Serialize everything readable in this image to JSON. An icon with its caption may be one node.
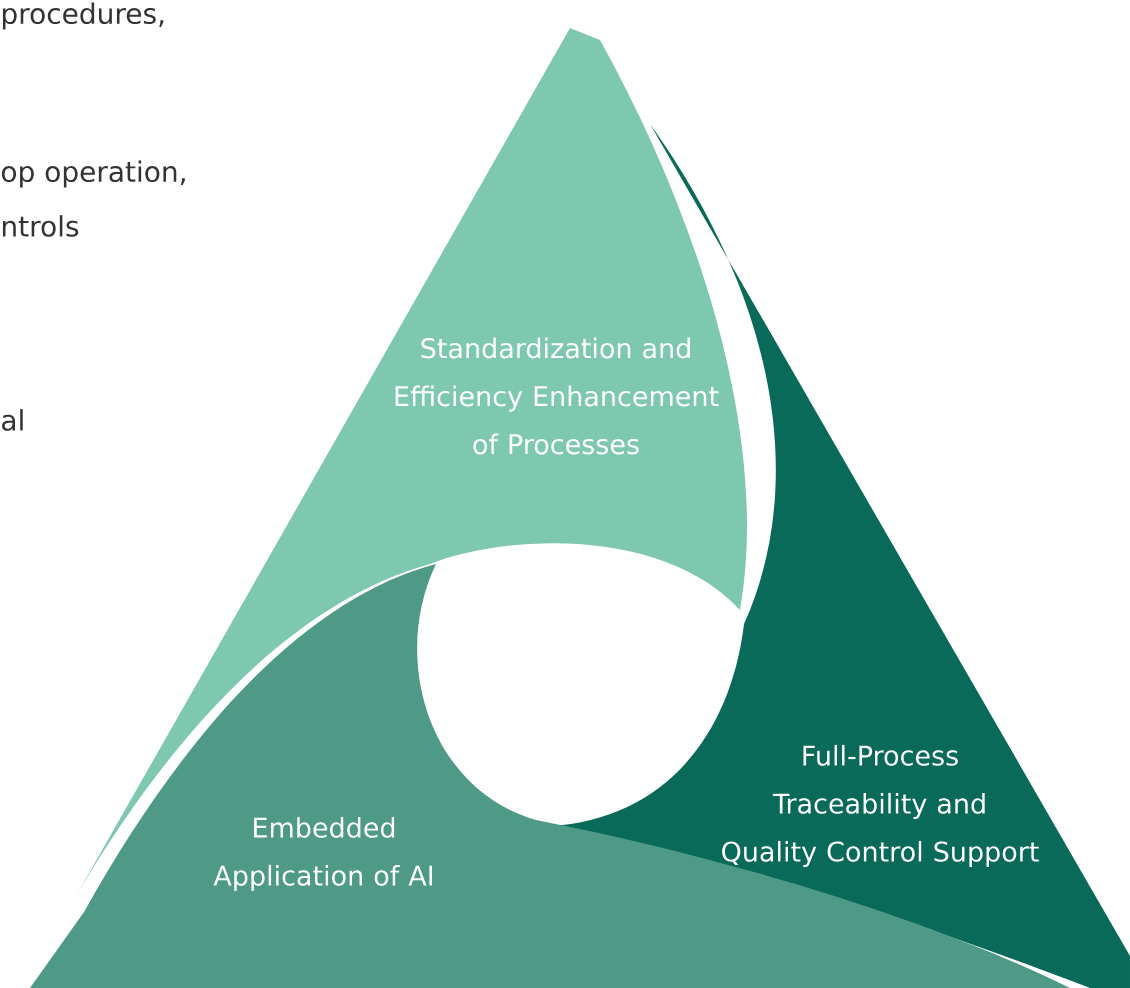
{
  "diagram": {
    "nodes": [
      {
        "text": [
          "Standardization and Efficiency Enhancement of Processes"
        ]
      },
      {
        "text": [
          "Full-Process Traceability and Quality Control Support"
        ]
      },
      {
        "text": [
          "Embedded Application of AI"
        ]
      }
    ],
    "labels": [
      "procedures,",
      "op operation,",
      "ntrols",
      "al"
    ]
  }
}
